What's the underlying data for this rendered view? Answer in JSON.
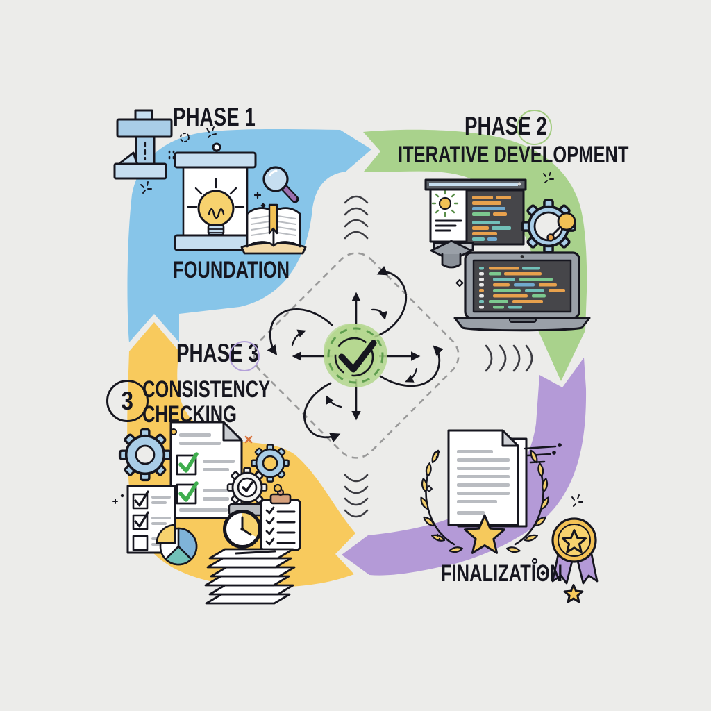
{
  "meta": {
    "description": "Four-phase cyclic development process infographic with central validation hub"
  },
  "colors": {
    "bg": "#ececea",
    "ink": "#16161f",
    "blue": "#87c5e9",
    "green": "#a9d28c",
    "yellow": "#f8ca5d",
    "purple": "#b49ad7",
    "center-green": "#b3d78d",
    "check-green": "#3fae4e",
    "code-bg": "#46464a",
    "code-orange": "#e8a14d",
    "code-green": "#7cc98f",
    "code-blue": "#71a9cd",
    "code-teal": "#72c1b9",
    "gold": "#f2c155",
    "gold-light": "#f7d26e",
    "icon-blue": "#a9cde7",
    "icon-blue-pale": "#c6def0",
    "gray-line": "#b9bcc1"
  },
  "phase1": {
    "label": "PHASE 1",
    "title": "FOUNDATION",
    "icons": [
      "press-tool",
      "idea-poster-lightbulb",
      "magnifier",
      "open-book"
    ]
  },
  "phase2": {
    "label": "PHASE 2",
    "title": "ITERATIVE DEVELOPMENT",
    "icons": [
      "code-presentation-board",
      "graduation-cap",
      "gear-commit-node",
      "laptop-code"
    ]
  },
  "phase3": {
    "label": "PHASE 3",
    "badge": "3",
    "title": "CONSISTENCY CHECKING",
    "icons": [
      "gear-large",
      "gear-small",
      "gear-check",
      "checklist-document",
      "clock",
      "checklist-page",
      "pie-chart",
      "clipboard-checklist",
      "paper-stack"
    ]
  },
  "phase4": {
    "title": "FINALIZATION",
    "icons": [
      "certificate-document",
      "laurel-wreath",
      "award-star",
      "medal-ribbon"
    ]
  },
  "center": {
    "icon": "check-circle"
  }
}
